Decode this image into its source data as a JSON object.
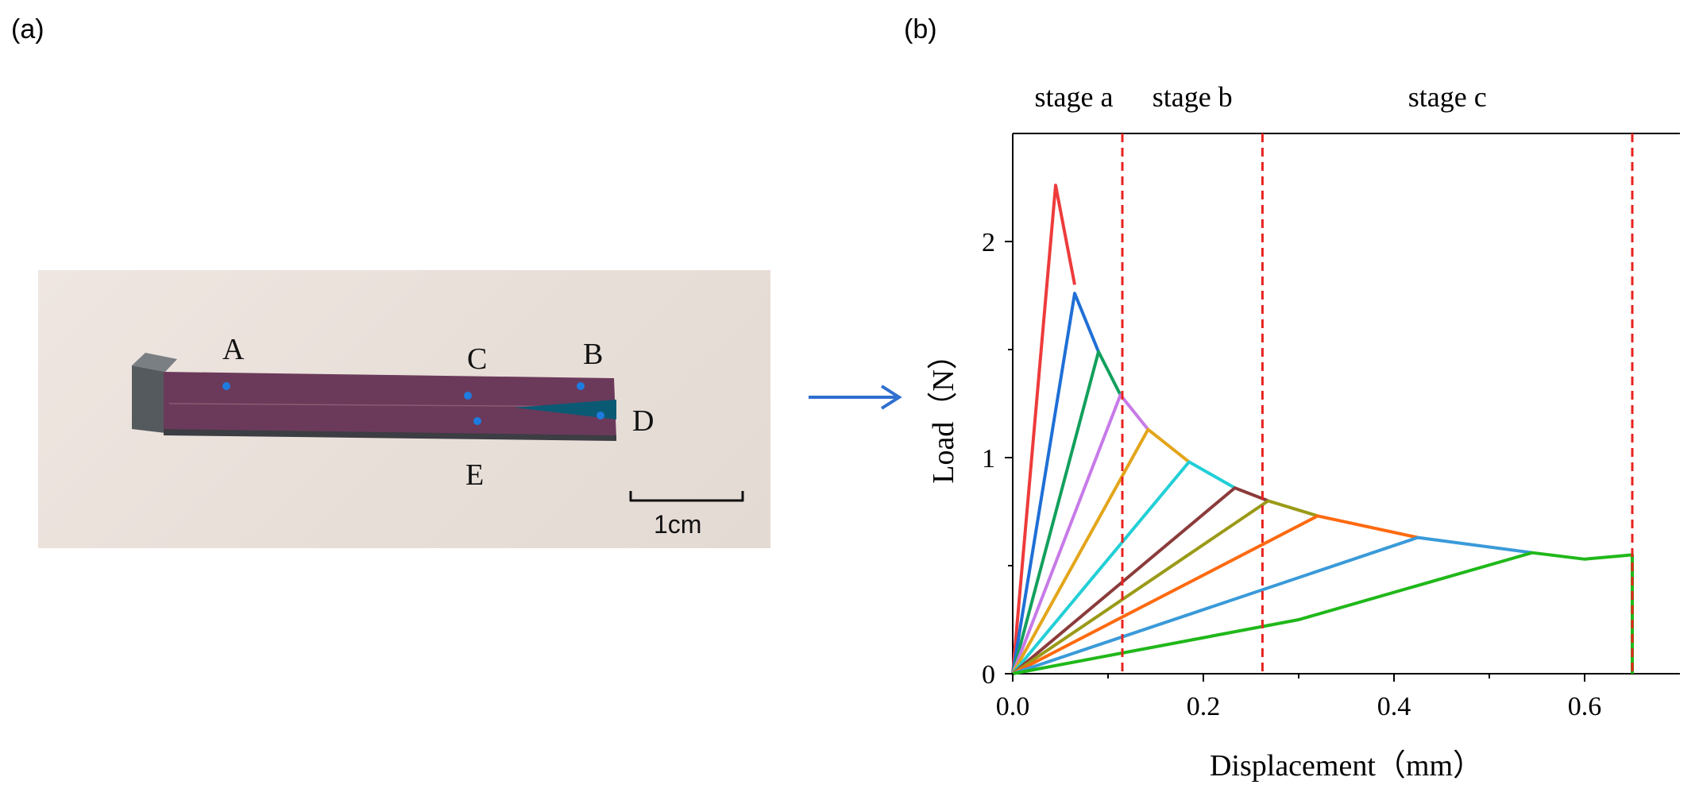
{
  "panels": {
    "a": "(a)",
    "b": "(b)"
  },
  "photo": {
    "points": [
      "A",
      "B",
      "C",
      "D",
      "E"
    ],
    "scale_bar_label": "1cm"
  },
  "colors": {
    "arrow": "#2f6fd0",
    "stage_divider": "#e8231f",
    "marker_dots": "#1e7be0"
  },
  "chart_data": {
    "type": "line",
    "xlabel": "Displacement（mm）",
    "ylabel": "Load（N）",
    "xlim": [
      0,
      0.7
    ],
    "ylim": [
      0,
      2.5
    ],
    "xticks": [
      "0.0",
      "0.2",
      "0.4",
      "0.6"
    ],
    "yticks": [
      "0",
      "1",
      "2"
    ],
    "stages": [
      "stage a",
      "stage b",
      "stage c"
    ],
    "stage_boundaries": [
      0,
      0.115,
      0.262,
      0.65
    ],
    "stage_boundary_style": "red dashed",
    "envelope": {
      "x": [
        0.045,
        0.065,
        0.09,
        0.113,
        0.142,
        0.185,
        0.233,
        0.268,
        0.32,
        0.425,
        0.545,
        0.6,
        0.65
      ],
      "y": [
        2.26,
        1.76,
        1.49,
        1.29,
        1.13,
        0.98,
        0.86,
        0.8,
        0.73,
        0.63,
        0.56,
        0.53,
        0.55
      ]
    },
    "series": [
      {
        "color": "#ee3b3b",
        "x": [
          0,
          0.045,
          0.065
        ],
        "y": [
          0,
          2.26,
          1.8
        ]
      },
      {
        "color": "#1f6fd6",
        "x": [
          0,
          0.065,
          0.09
        ],
        "y": [
          0,
          1.76,
          1.49
        ]
      },
      {
        "color": "#13a05d",
        "x": [
          0,
          0.09,
          0.113
        ],
        "y": [
          0,
          1.49,
          1.29
        ]
      },
      {
        "color": "#c77ae8",
        "x": [
          0,
          0.113,
          0.142
        ],
        "y": [
          0,
          1.29,
          1.13
        ]
      },
      {
        "color": "#e3a51a",
        "x": [
          0,
          0.142,
          0.185
        ],
        "y": [
          0,
          1.13,
          0.98
        ]
      },
      {
        "color": "#22cfd6",
        "x": [
          0,
          0.185,
          0.233
        ],
        "y": [
          0,
          0.98,
          0.86
        ]
      },
      {
        "color": "#8b3b3b",
        "x": [
          0,
          0.233,
          0.268
        ],
        "y": [
          0,
          0.86,
          0.8
        ]
      },
      {
        "color": "#9a9a18",
        "x": [
          0,
          0.268,
          0.32
        ],
        "y": [
          0,
          0.8,
          0.73
        ]
      },
      {
        "color": "#ff6a10",
        "x": [
          0,
          0.32,
          0.425
        ],
        "y": [
          0,
          0.73,
          0.63
        ]
      },
      {
        "color": "#3a9ad9",
        "x": [
          0,
          0.425,
          0.545
        ],
        "y": [
          0,
          0.63,
          0.56
        ]
      },
      {
        "color": "#20b81a",
        "x": [
          0,
          0.3,
          0.545,
          0.6,
          0.65,
          0.65
        ],
        "y": [
          0,
          0.25,
          0.56,
          0.53,
          0.55,
          0
        ]
      }
    ]
  }
}
